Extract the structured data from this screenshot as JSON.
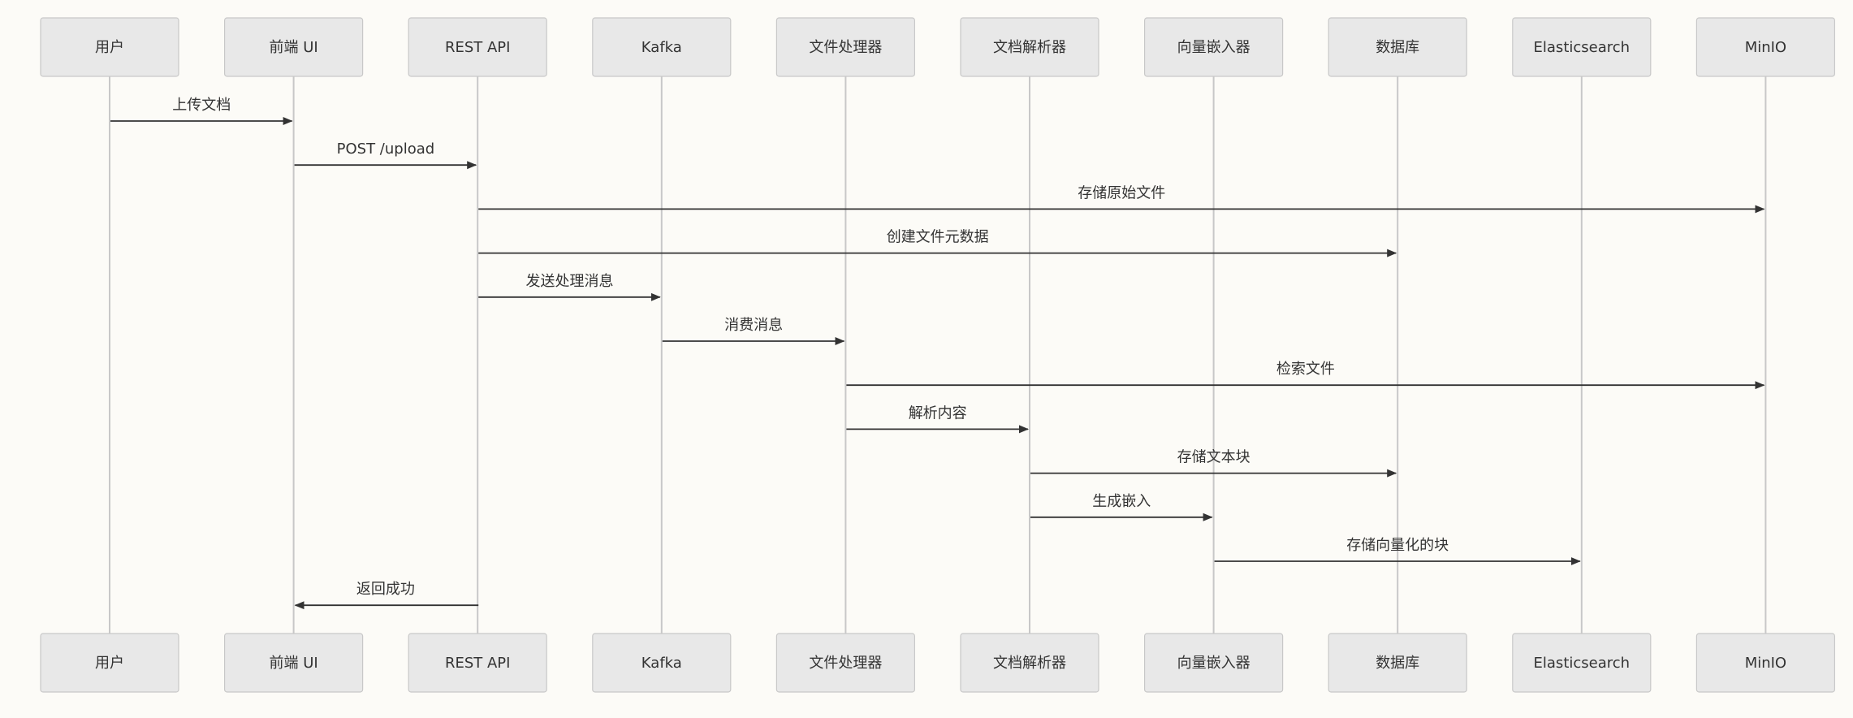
{
  "participants": [
    {
      "id": "user",
      "label": "用户"
    },
    {
      "id": "frontend",
      "label": "前端 UI"
    },
    {
      "id": "rest",
      "label": "REST API"
    },
    {
      "id": "kafka",
      "label": "Kafka"
    },
    {
      "id": "fileproc",
      "label": "文件处理器"
    },
    {
      "id": "parser",
      "label": "文档解析器"
    },
    {
      "id": "embedder",
      "label": "向量嵌入器"
    },
    {
      "id": "db",
      "label": "数据库"
    },
    {
      "id": "es",
      "label": "Elasticsearch"
    },
    {
      "id": "minio",
      "label": "MinIO"
    }
  ],
  "messages": [
    {
      "from": "user",
      "to": "frontend",
      "label": "上传文档"
    },
    {
      "from": "frontend",
      "to": "rest",
      "label": "POST /upload"
    },
    {
      "from": "rest",
      "to": "minio",
      "label": "存储原始文件"
    },
    {
      "from": "rest",
      "to": "db",
      "label": "创建文件元数据"
    },
    {
      "from": "rest",
      "to": "kafka",
      "label": "发送处理消息"
    },
    {
      "from": "kafka",
      "to": "fileproc",
      "label": "消费消息"
    },
    {
      "from": "fileproc",
      "to": "minio",
      "label": "检索文件"
    },
    {
      "from": "fileproc",
      "to": "parser",
      "label": "解析内容"
    },
    {
      "from": "parser",
      "to": "db",
      "label": "存储文本块"
    },
    {
      "from": "parser",
      "to": "embedder",
      "label": "生成嵌入"
    },
    {
      "from": "embedder",
      "to": "es",
      "label": "存储向量化的块"
    },
    {
      "from": "rest",
      "to": "frontend",
      "label": "返回成功"
    }
  ]
}
